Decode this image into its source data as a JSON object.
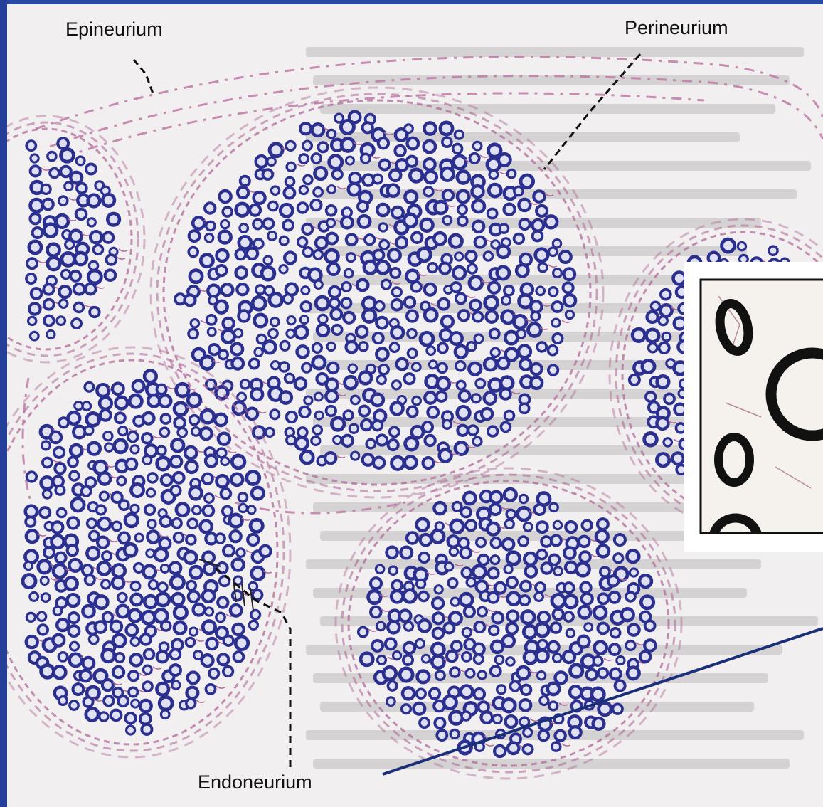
{
  "labels": {
    "epineurium": "Epineurium",
    "perineurium": "Perineurium",
    "endoneurium": "Endoneurium"
  },
  "colors": {
    "slide_background": "#1f3a8a",
    "page": "#f1efef",
    "axon_fill": "#2b2f8f",
    "myelin_ring": "#dfe0f2",
    "perineurium": "#b06a9a",
    "inset_rings": "#111111",
    "pointer_line": "#1a2f7a"
  },
  "icons": {
    "inset": "magnified-myelinated-fibers"
  }
}
